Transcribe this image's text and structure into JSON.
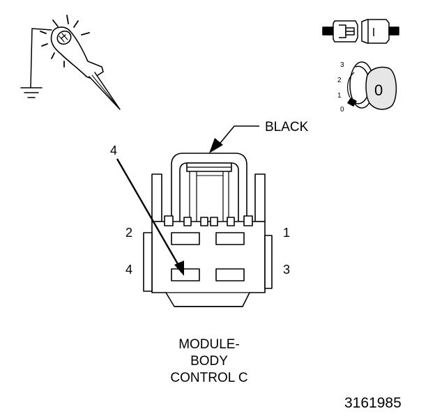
{
  "connector": {
    "housing_color_label": "BLACK",
    "callout_pin": "4",
    "pins": [
      {
        "number": "2"
      },
      {
        "number": "1"
      },
      {
        "number": "4"
      },
      {
        "number": "3"
      }
    ]
  },
  "ignition_switch": {
    "position_labels": [
      "3",
      "2",
      "1",
      "0"
    ],
    "key_label": "0"
  },
  "caption": {
    "line1": "MODULE-",
    "line2": "BODY",
    "line3": "CONTROL C"
  },
  "figure_number": "3161985",
  "colors": {
    "ink": "#000000",
    "background": "#ffffff",
    "key_fill": "#e6e6e6"
  },
  "icons": {
    "test_probe": "test-light-probe-icon",
    "ground": "ground-symbol-icon",
    "connector_disconnected": "disconnected-connector-icon",
    "ignition_switch": "ignition-key-switch-icon"
  }
}
